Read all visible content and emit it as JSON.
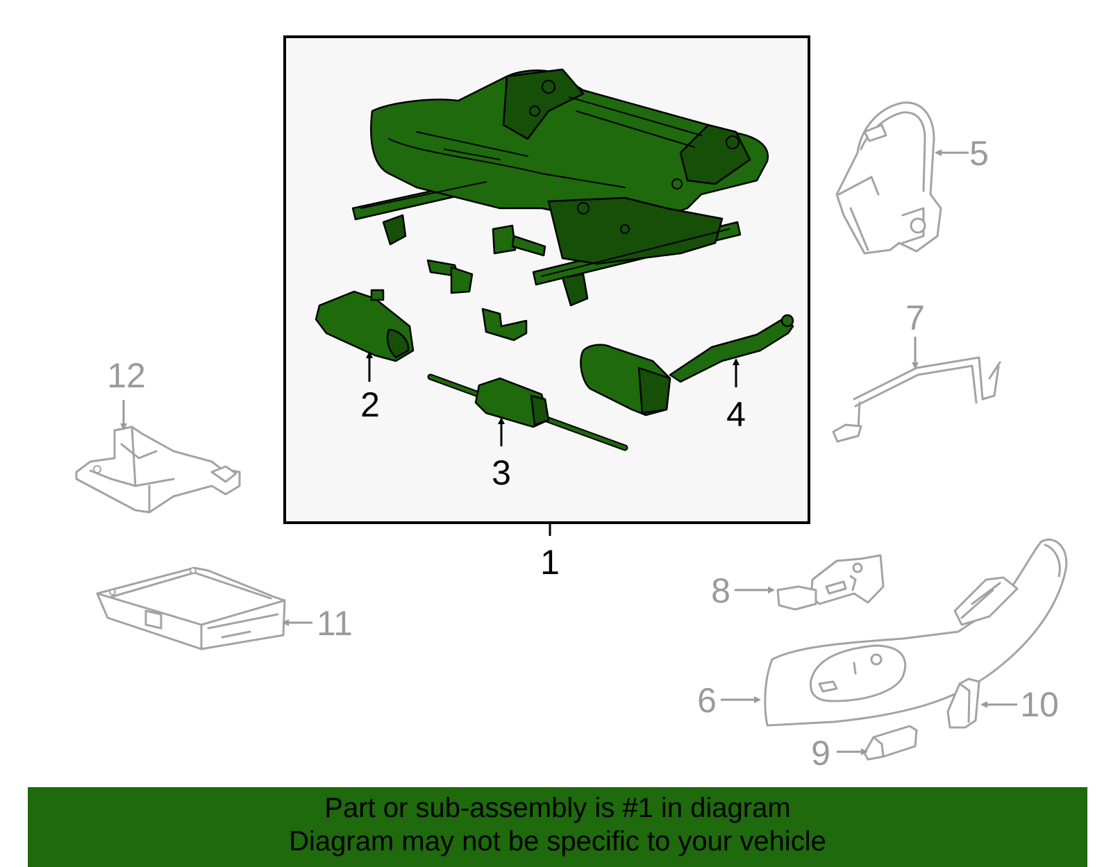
{
  "callouts": {
    "c1": "1",
    "c2": "2",
    "c3": "3",
    "c4": "4",
    "c5": "5",
    "c6": "6",
    "c7": "7",
    "c8": "8",
    "c9": "9",
    "c10": "10",
    "c11": "11",
    "c12": "12"
  },
  "colors": {
    "highlight_part": "#1e6a0d",
    "reference_part": "#a3a3a3",
    "assembly_box_background": "#f7f7f7",
    "banner_background": "#1e6a0d"
  },
  "banner": {
    "line1": "Part or sub-assembly is #1 in diagram",
    "line2": "Diagram may not be specific to your vehicle"
  }
}
